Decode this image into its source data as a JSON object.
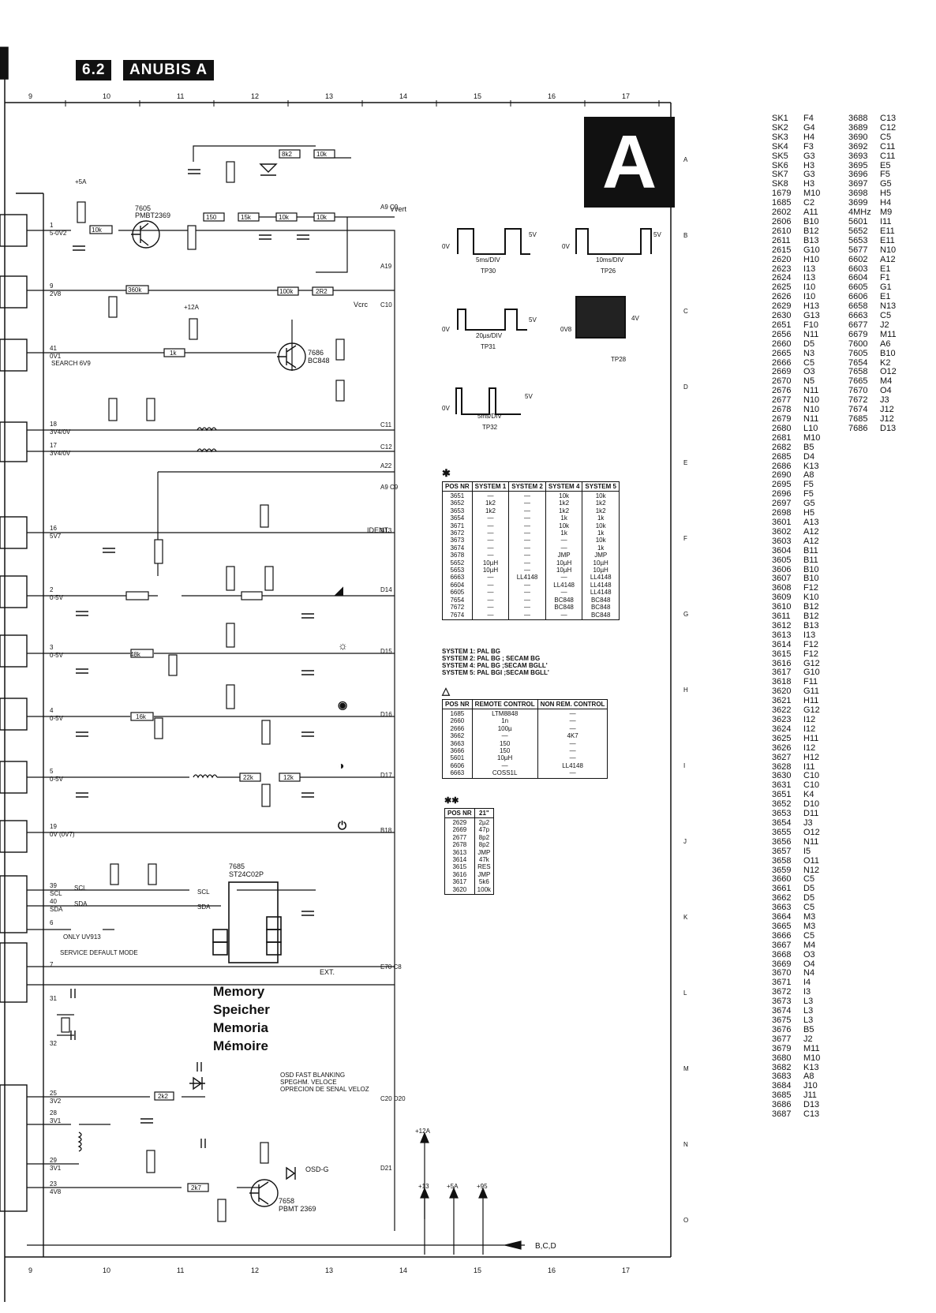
{
  "header": {
    "section": "6.2",
    "title": "ANUBIS A",
    "panel": "A"
  },
  "grid_top": [
    "9",
    "10",
    "11",
    "12",
    "13",
    "14",
    "15",
    "16",
    "17"
  ],
  "grid_bottom": [
    "9",
    "10",
    "11",
    "12",
    "13",
    "14",
    "15",
    "16",
    "17"
  ],
  "grid_rows": [
    "A",
    "B",
    "C",
    "D",
    "E",
    "F",
    "G",
    "H",
    "I",
    "J",
    "K",
    "L",
    "M",
    "N",
    "O"
  ],
  "memory_label": [
    "Memory",
    "Speicher",
    "Memoria",
    "Mémoire"
  ],
  "waveforms": [
    {
      "tp": "TP30",
      "scale": "5ms/DIV",
      "low": "0V",
      "amp": "5V"
    },
    {
      "tp": "TP26",
      "scale": "10ms/DIV",
      "low": "0V",
      "amp": "5V"
    },
    {
      "tp": "TP31",
      "scale": "20µs/DIV",
      "low": "0V",
      "amp": "5V"
    },
    {
      "tp": "TP28",
      "scale": "",
      "low": "0V8",
      "amp": "4V"
    },
    {
      "tp": "TP32",
      "scale": "5ms/DIV",
      "low": "0V",
      "amp": "5V"
    }
  ],
  "table1": {
    "marker": "✱",
    "headers": [
      "POS NR",
      "SYSTEM 1",
      "SYSTEM 2",
      "SYSTEM 4",
      "SYSTEM 5"
    ],
    "rows": [
      [
        "3651",
        "—",
        "—",
        "10k",
        "10k"
      ],
      [
        "3652",
        "1k2",
        "—",
        "1k2",
        "1k2"
      ],
      [
        "3653",
        "1k2",
        "—",
        "1k2",
        "1k2"
      ],
      [
        "3654",
        "—",
        "—",
        "1k",
        "1k"
      ],
      [
        "3671",
        "—",
        "—",
        "10k",
        "10k"
      ],
      [
        "3672",
        "—",
        "—",
        "1k",
        "1k"
      ],
      [
        "3673",
        "—",
        "—",
        "—",
        "10k"
      ],
      [
        "3674",
        "—",
        "—",
        "—",
        "1k"
      ],
      [
        "3678",
        "—",
        "—",
        "JMP",
        "JMP"
      ],
      [
        "5652",
        "10µH",
        "—",
        "10µH",
        "10µH"
      ],
      [
        "5653",
        "10µH",
        "—",
        "10µH",
        "10µH"
      ],
      [
        "6663",
        "—",
        "LL4148",
        "—",
        "LL4148"
      ],
      [
        "6604",
        "—",
        "—",
        "LL4148",
        "LL4148"
      ],
      [
        "6605",
        "—",
        "—",
        "—",
        "LL4148"
      ],
      [
        "7654",
        "—",
        "—",
        "BC848",
        "BC848"
      ],
      [
        "7672",
        "—",
        "—",
        "BC848",
        "BC848"
      ],
      [
        "7674",
        "—",
        "—",
        "—",
        "BC848"
      ]
    ],
    "notes": [
      "SYSTEM 1: PAL BG",
      "SYSTEM 2: PAL BG ; SECAM BG",
      "SYSTEM 4: PAL BG ;SECAM BGLL'",
      "SYSTEM 5: PAL BGI ;SECAM BGLL'"
    ]
  },
  "table2": {
    "marker": "△",
    "headers": [
      "POS NR",
      "REMOTE CONTROL",
      "NON REM. CONTROL"
    ],
    "rows": [
      [
        "1685",
        "LTM8848",
        "—"
      ],
      [
        "2660",
        "1n",
        "—"
      ],
      [
        "2666",
        "100µ",
        "—"
      ],
      [
        "3662",
        "—",
        "4K7"
      ],
      [
        "3663",
        "150",
        "—"
      ],
      [
        "3666",
        "150",
        "—"
      ],
      [
        "5601",
        "10µH",
        "—"
      ],
      [
        "6606",
        "—",
        "LL4148"
      ],
      [
        "6663",
        "COSS1L",
        "—"
      ]
    ]
  },
  "table3": {
    "marker": "✱✱",
    "headers": [
      "POS NR",
      "21\""
    ],
    "rows": [
      [
        "2629",
        "2µ2"
      ],
      [
        "2669",
        "47p"
      ],
      [
        "2677",
        "8p2"
      ],
      [
        "2678",
        "8p2"
      ],
      [
        "3613",
        "JMP"
      ],
      [
        "3614",
        "47k"
      ],
      [
        "3615",
        "RES"
      ],
      [
        "3616",
        "JMP"
      ],
      [
        "3617",
        "5k6"
      ],
      [
        "3620",
        "100k"
      ]
    ]
  },
  "index_col1": [
    [
      "SK1",
      "F4"
    ],
    [
      "SK2",
      "G4"
    ],
    [
      "SK3",
      "H4"
    ],
    [
      "SK4",
      "F3"
    ],
    [
      "SK5",
      "G3"
    ],
    [
      "SK6",
      "H3"
    ],
    [
      "SK7",
      "G3"
    ],
    [
      "SK8",
      "H3"
    ],
    [
      "1679",
      "M10"
    ],
    [
      "1685",
      "C2"
    ],
    [
      "2602",
      "A11"
    ],
    [
      "2606",
      "B10"
    ],
    [
      "2610",
      "B12"
    ],
    [
      "2611",
      "B13"
    ],
    [
      "2615",
      "G10"
    ],
    [
      "2620",
      "H10"
    ],
    [
      "2623",
      "I13"
    ],
    [
      "2624",
      "I13"
    ],
    [
      "2625",
      "I10"
    ],
    [
      "2626",
      "I10"
    ],
    [
      "2629",
      "H13"
    ],
    [
      "2630",
      "G13"
    ],
    [
      "2651",
      "F10"
    ],
    [
      "2656",
      "N11"
    ],
    [
      "2660",
      "D5"
    ],
    [
      "2665",
      "N3"
    ],
    [
      "2666",
      "C5"
    ],
    [
      "2669",
      "O3"
    ],
    [
      "2670",
      "N5"
    ],
    [
      "2676",
      "N11"
    ],
    [
      "2677",
      "N10"
    ],
    [
      "2678",
      "N10"
    ],
    [
      "2679",
      "N11"
    ],
    [
      "2680",
      "L10"
    ],
    [
      "2681",
      "M10"
    ],
    [
      "2682",
      "B5"
    ],
    [
      "2685",
      "D4"
    ],
    [
      "2686",
      "K13"
    ],
    [
      "2690",
      "A8"
    ],
    [
      "2695",
      "F5"
    ],
    [
      "2696",
      "F5"
    ],
    [
      "2697",
      "G5"
    ],
    [
      "2698",
      "H5"
    ],
    [
      "3601",
      "A13"
    ],
    [
      "3602",
      "A12"
    ],
    [
      "3603",
      "A12"
    ],
    [
      "3604",
      "B11"
    ],
    [
      "3605",
      "B11"
    ],
    [
      "3606",
      "B10"
    ],
    [
      "3607",
      "B10"
    ],
    [
      "3608",
      "F12"
    ],
    [
      "3609",
      "K10"
    ],
    [
      "3610",
      "B12"
    ],
    [
      "3611",
      "B12"
    ],
    [
      "3612",
      "B13"
    ],
    [
      "3613",
      "I13"
    ],
    [
      "3614",
      "F12"
    ],
    [
      "3615",
      "F12"
    ],
    [
      "3616",
      "G12"
    ],
    [
      "3617",
      "G10"
    ],
    [
      "3618",
      "F11"
    ],
    [
      "3620",
      "G11"
    ],
    [
      "3621",
      "H11"
    ],
    [
      "3622",
      "G12"
    ],
    [
      "3623",
      "I12"
    ],
    [
      "3624",
      "I12"
    ],
    [
      "3625",
      "H11"
    ],
    [
      "3626",
      "I12"
    ],
    [
      "3627",
      "H12"
    ],
    [
      "3628",
      "I11"
    ],
    [
      "3630",
      "C10"
    ],
    [
      "3631",
      "C10"
    ],
    [
      "3651",
      "K4"
    ],
    [
      "3652",
      "D10"
    ],
    [
      "3653",
      "D11"
    ],
    [
      "3654",
      "J3"
    ],
    [
      "3655",
      "O12"
    ],
    [
      "3656",
      "N11"
    ],
    [
      "3657",
      "I5"
    ],
    [
      "3658",
      "O11"
    ],
    [
      "3659",
      "N12"
    ],
    [
      "3660",
      "C5"
    ],
    [
      "3661",
      "D5"
    ],
    [
      "3662",
      "D5"
    ],
    [
      "3663",
      "C5"
    ],
    [
      "3664",
      "M3"
    ],
    [
      "3665",
      "M3"
    ],
    [
      "3666",
      "C5"
    ],
    [
      "3667",
      "M4"
    ],
    [
      "3668",
      "O3"
    ],
    [
      "3669",
      "O4"
    ],
    [
      "3670",
      "N4"
    ],
    [
      "3671",
      "I4"
    ],
    [
      "3672",
      "I3"
    ],
    [
      "3673",
      "L3"
    ],
    [
      "3674",
      "L3"
    ],
    [
      "3675",
      "L3"
    ],
    [
      "3676",
      "B5"
    ],
    [
      "3677",
      "J2"
    ],
    [
      "3679",
      "M11"
    ],
    [
      "3680",
      "M10"
    ],
    [
      "3682",
      "K13"
    ],
    [
      "3683",
      "A8"
    ],
    [
      "3684",
      "J10"
    ],
    [
      "3685",
      "J11"
    ],
    [
      "3686",
      "D13"
    ],
    [
      "3687",
      "C13"
    ]
  ],
  "index_col2": [
    [
      "3688",
      "C13"
    ],
    [
      "3689",
      "C12"
    ],
    [
      "3690",
      "C5"
    ],
    [
      "3692",
      "C11"
    ],
    [
      "3693",
      "C11"
    ],
    [
      "3695",
      "E5"
    ],
    [
      "3696",
      "F5"
    ],
    [
      "3697",
      "G5"
    ],
    [
      "3698",
      "H5"
    ],
    [
      "3699",
      "H4"
    ],
    [
      "4MHz",
      "M9"
    ],
    [
      "5601",
      "I11"
    ],
    [
      "5652",
      "E11"
    ],
    [
      "5653",
      "E11"
    ],
    [
      "5677",
      "N10"
    ],
    [
      "6602",
      "A12"
    ],
    [
      "6603",
      "E1"
    ],
    [
      "6604",
      "F1"
    ],
    [
      "6605",
      "G1"
    ],
    [
      "6606",
      "E1"
    ],
    [
      "6658",
      "N13"
    ],
    [
      "6663",
      "C5"
    ],
    [
      "6677",
      "J2"
    ],
    [
      "6679",
      "M11"
    ],
    [
      "7600",
      "A6"
    ],
    [
      "7605",
      "B10"
    ],
    [
      "7654",
      "K2"
    ],
    [
      "7658",
      "O12"
    ],
    [
      "7665",
      "M4"
    ],
    [
      "7670",
      "O4"
    ],
    [
      "7672",
      "J3"
    ],
    [
      "7674",
      "J12"
    ],
    [
      "7685",
      "J12"
    ],
    [
      "7686",
      "D13"
    ]
  ],
  "signals": {
    "vvert": "Vvert",
    "vcrc": "Vcrc",
    "ident": "IDENT.",
    "ext": "EXT.",
    "bcd": "B,C,D",
    "osd_fast": [
      "OSD FAST BLANKING",
      "SPEGHM. VELOCE",
      "OPRECION DE SENAL VELOZ"
    ],
    "osd_g": "OSD-G",
    "search": "SEARCH 6V9",
    "service": "SERVICE DEFAULT MODE",
    "only": "ONLY UV913",
    "scl": "SCL",
    "sda": "SDA"
  },
  "connectors": [
    "A9 C9",
    "A19",
    "C10",
    "C11",
    "C12",
    "A22",
    "A9 C9",
    "B13",
    "D14",
    "D15",
    "D16",
    "D17",
    "B18",
    "E70 C8",
    "C20 D20",
    "D21"
  ],
  "pins": [
    {
      "n": "1",
      "v": "5-0V2"
    },
    {
      "n": "9",
      "v": "2V8"
    },
    {
      "n": "41",
      "v": "0V1"
    },
    {
      "n": "18",
      "v": "3V4/0V"
    },
    {
      "n": "17",
      "v": "3V4/0V"
    },
    {
      "n": "16",
      "v": "5V7"
    },
    {
      "n": "2",
      "v": "0-5V"
    },
    {
      "n": "3",
      "v": "0-5V"
    },
    {
      "n": "4",
      "v": "0-5V"
    },
    {
      "n": "5",
      "v": "0-5V"
    },
    {
      "n": "19",
      "v": "0V (0V7)"
    },
    {
      "n": "39",
      "v": "SCL"
    },
    {
      "n": "40",
      "v": "SDA"
    },
    {
      "n": "6",
      "v": ""
    },
    {
      "n": "7",
      "v": ""
    },
    {
      "n": "31",
      "v": ""
    },
    {
      "n": "32",
      "v": ""
    },
    {
      "n": "25",
      "v": "3V2"
    },
    {
      "n": "28",
      "v": "3V1"
    },
    {
      "n": "29",
      "v": "3V1"
    },
    {
      "n": "23",
      "v": "4V8"
    }
  ],
  "parts": {
    "q7605": [
      "7605",
      "PMBT2369"
    ],
    "q7686": [
      "7686",
      "BC848"
    ],
    "ic7685": [
      "7685",
      "ST24C02P"
    ],
    "q7658": [
      "7658",
      "PBMT 2369"
    ],
    "supply": [
      "+5A",
      "+12A",
      "+13",
      "+5A",
      "+95"
    ],
    "r3602": "8k2",
    "r3601": "10k",
    "r3606": "10k",
    "r3604": "150",
    "r3610": "15k",
    "r3611": "10k",
    "r3612": "10k",
    "r3631": "360k",
    "r3689": "100k",
    "r3688": "2R2",
    "r3692": "1k",
    "r3620": "48k",
    "r3625": "16k",
    "r3623": "22k",
    "r3613": "12k",
    "r3579": "2k2",
    "r3658": "2k7"
  }
}
